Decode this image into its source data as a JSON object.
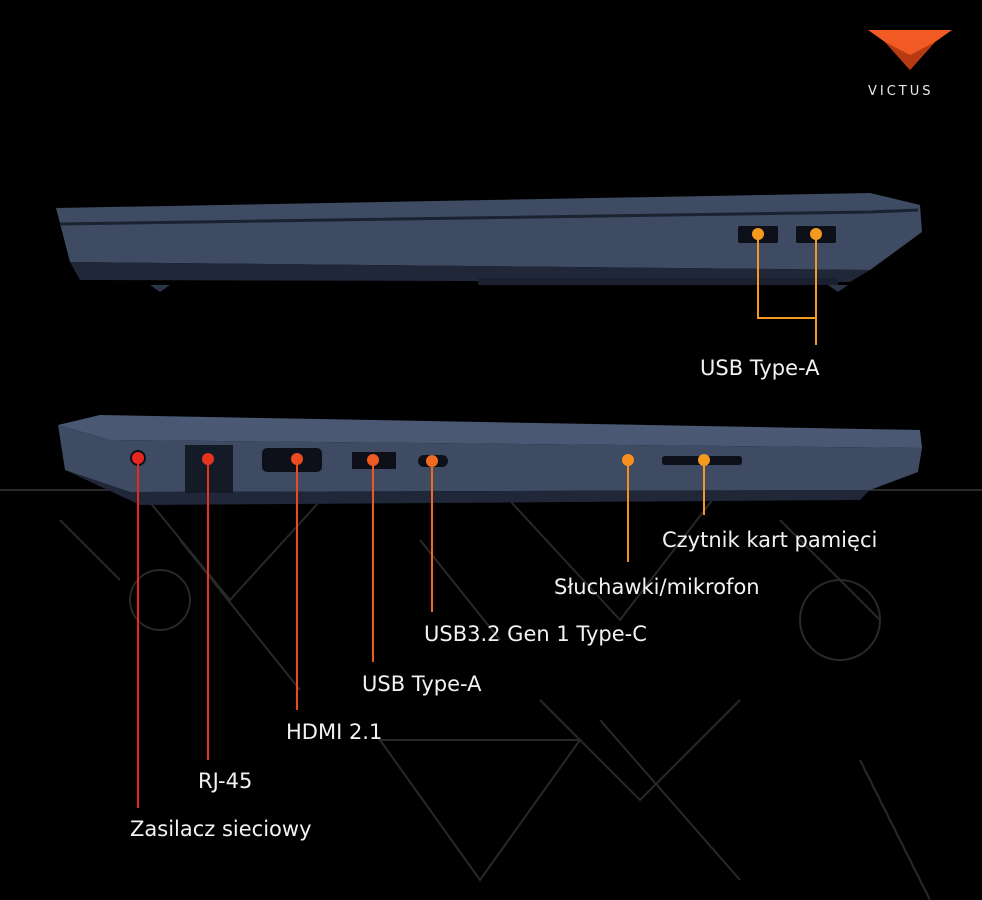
{
  "brand": {
    "name": "VICTUS",
    "accent": "#f15a22"
  },
  "top_view": {
    "labels": [
      {
        "text": "USB Type-A"
      }
    ]
  },
  "side_view": {
    "labels": [
      {
        "text": "Czytnik kart pamięci"
      },
      {
        "text": "Słuchawki/mikrofon"
      },
      {
        "text": "USB3.2 Gen 1 Type-C"
      },
      {
        "text": "USB Type-A"
      },
      {
        "text": "HDMI 2.1"
      },
      {
        "text": "RJ-45"
      },
      {
        "text": "Zasilacz sieciowy"
      }
    ]
  },
  "colors": {
    "red": "#e8271e",
    "orange": "#f58a1e",
    "chassis": "#3e4b63"
  }
}
